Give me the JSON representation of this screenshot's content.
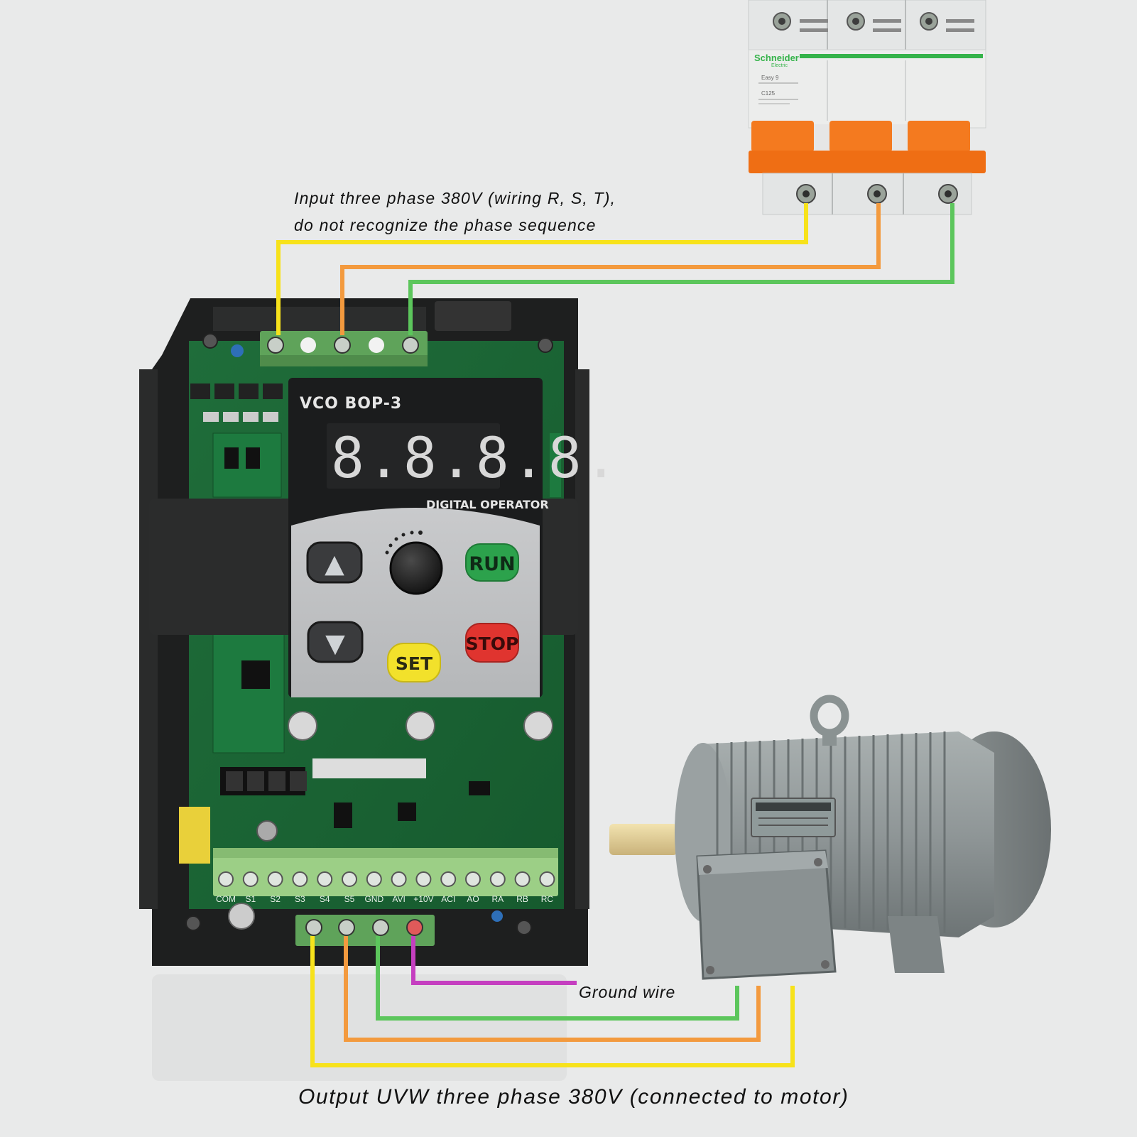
{
  "captions": {
    "input_line1": "Input three phase 380V (wiring R, S, T),",
    "input_line2": "do not recognize the phase sequence",
    "ground": "Ground wire",
    "output": "Output UVW three phase 380V (connected to motor)"
  },
  "breaker": {
    "brand": "Schneider",
    "brand_sub": "Electric",
    "model": "Easy 9",
    "rating": "C125"
  },
  "keypad": {
    "model": "VCO BOP-3",
    "display": "8.8.8.8.",
    "subtitle": "DIGITAL OPERATOR",
    "buttons": {
      "up": "▲",
      "down": "▼",
      "run": "RUN",
      "stop": "STOP",
      "set": "SET"
    }
  },
  "terminals": {
    "control_labels": [
      "COM",
      "S1",
      "S2",
      "S3",
      "S4",
      "S5",
      "GND",
      "AVI",
      "+10V",
      "ACI",
      "AO",
      "RA",
      "RB",
      "RC"
    ]
  },
  "wire_colors": {
    "phase_1": "#f7e21b",
    "phase_2": "#f39a3e",
    "phase_3": "#5cc65c",
    "ground": "#c53fc0"
  }
}
